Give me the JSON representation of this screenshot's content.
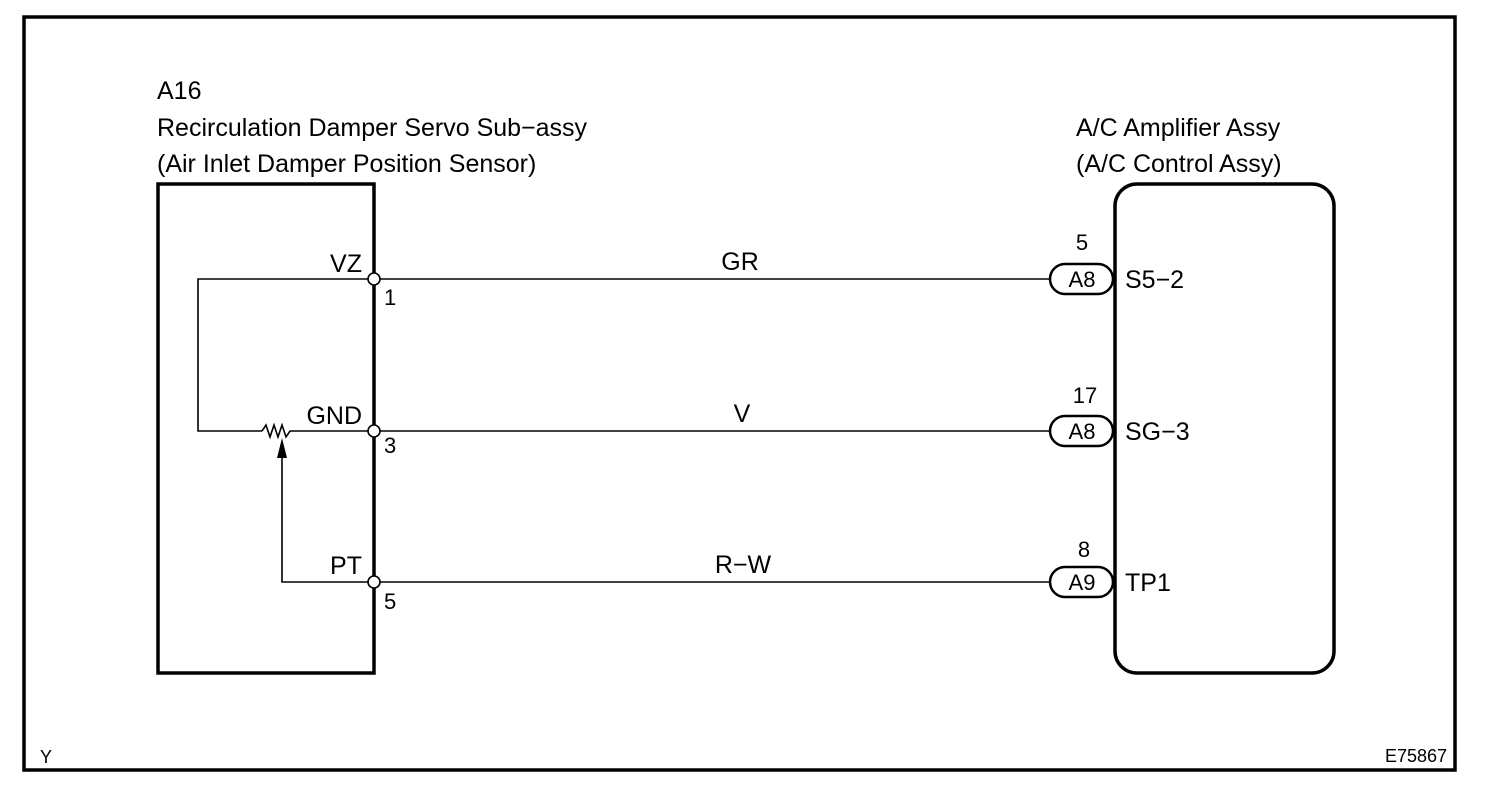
{
  "sensor": {
    "code": "A16",
    "name": "Recirculation Damper Servo Sub−assy",
    "subtitle": "(Air Inlet Damper Position Sensor)",
    "terminals": [
      {
        "label": "VZ",
        "pin": "1"
      },
      {
        "label": "GND",
        "pin": "3"
      },
      {
        "label": "PT",
        "pin": "5"
      }
    ]
  },
  "amplifier": {
    "name": "A/C Amplifier Assy",
    "subtitle": "(A/C Control Assy)",
    "terminals": [
      {
        "connector": "A8",
        "pin": "5",
        "label": "S5−2"
      },
      {
        "connector": "A8",
        "pin": "17",
        "label": "SG−3"
      },
      {
        "connector": "A9",
        "pin": "8",
        "label": "TP1"
      }
    ]
  },
  "wires": [
    {
      "color": "GR"
    },
    {
      "color": "V"
    },
    {
      "color": "R−W"
    }
  ],
  "corner_left": "Y",
  "corner_right": "E75867"
}
